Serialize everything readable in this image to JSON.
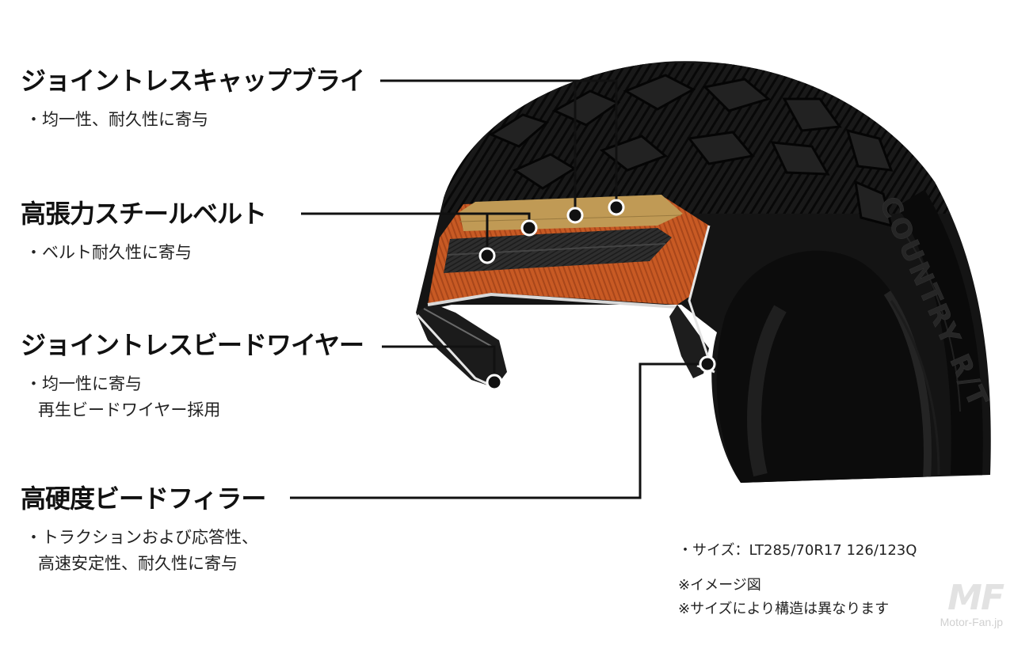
{
  "features": [
    {
      "title": "ジョイントレスキャップブライ",
      "notes": [
        "均一性、耐久性に寄与"
      ]
    },
    {
      "title": "高張力スチールベルト",
      "notes": [
        "ベルト耐久性に寄与"
      ]
    },
    {
      "title": "ジョイントレスビードワイヤー",
      "notes": [
        "均一性に寄与\n再生ビードワイヤー採用"
      ]
    },
    {
      "title": "高硬度ビードフィラー",
      "notes": [
        "トラクションおよび応答性、\n高速安定性、耐久性に寄与"
      ]
    }
  ],
  "spec": "サイズ：LT285/70R17 126/123Q",
  "footnotes": [
    "※イメージ図",
    "※サイズにより構造は異なります"
  ],
  "watermark": {
    "logo": "MF",
    "site": "Motor-Fan.jp"
  },
  "sidewall_text": "COUNTRY R/T",
  "colors": {
    "tire": "#151515",
    "cap_ply": "#c09a55",
    "belt": "#2c2c2c",
    "carcass": "#c85a24",
    "leader": "#111111"
  }
}
